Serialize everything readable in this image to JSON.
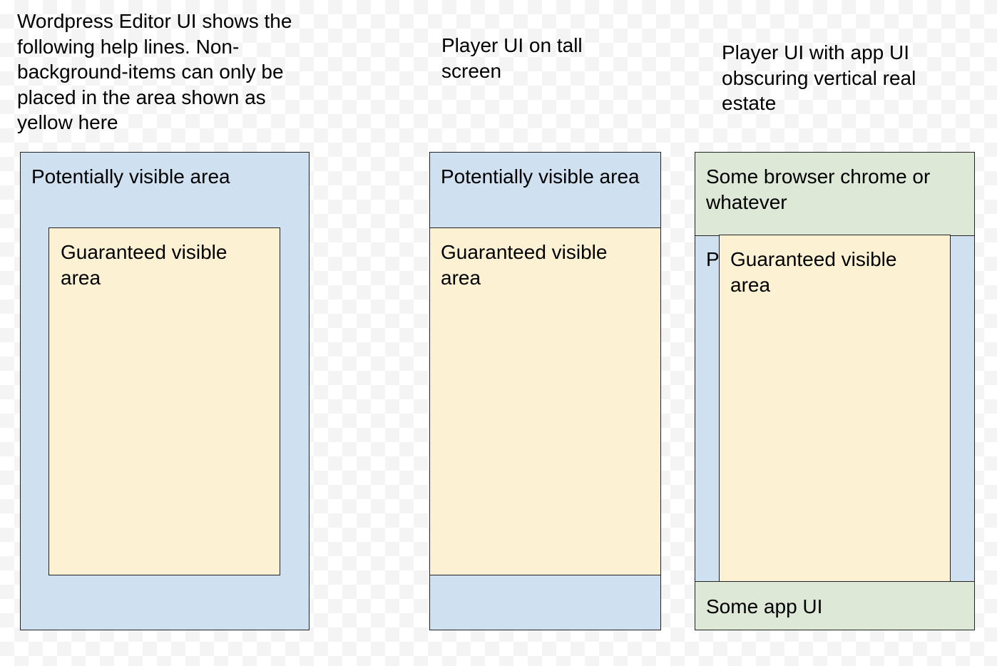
{
  "captions": {
    "editor": "Wordpress Editor UI shows the following help lines. Non-background-items can only be placed in the area shown as yellow here",
    "tall": "Player UI on tall screen",
    "app": "Player UI with app UI obscuring vertical real estate"
  },
  "panels": {
    "editor": {
      "potential_label": "Potentially visible area",
      "guaranteed_label": "Guaranteed visible area"
    },
    "tall": {
      "potential_label": "Potentially visible area",
      "guaranteed_label": "Guaranteed visible area"
    },
    "app": {
      "chrome_label": "Some browser chrome or whatever",
      "potential_label_clipped": "P",
      "guaranteed_label": "Guaranteed visible area",
      "app_ui_label": "Some app UI"
    }
  },
  "colors": {
    "potential": "#cfe0f1",
    "guaranteed": "#fcf1d2",
    "obscuring_ui": "#dde8d7",
    "border": "#222222"
  }
}
